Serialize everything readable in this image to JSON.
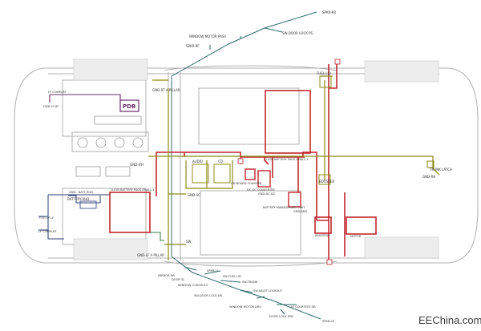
{
  "labels": {
    "spkr_rr": "SPKR-RR",
    "window_motor_pass": "WINDOW MOTOR PASS",
    "sw_door_lock_ps": "SW-DOOR LOCK PS",
    "spkr_rf": "SPKR-RF",
    "gnd_rt_a_pillar": "GND-RT A PILLAR",
    "fuel_lid": "FUEL LID",
    "lf_comm_rf": "LF COMM-RF",
    "fwd_lf_rf": "FWD LF-RF",
    "pdb": "PDB",
    "liion_small_2": "LI-ION BATTERY PACK SMALL-2",
    "gnd_ifh": "GND-IFH",
    "audio": "AUDIO",
    "cd": "CD",
    "on_board_charger": "ON BOARD CHARGER",
    "dcdc": "DC DC CONVERTER",
    "gnd_dc_dc": "GND-DC-DC",
    "booster": "BOOSTER",
    "trunk_latch": "TRUNK LATCH",
    "gnd_rh": "GND-RH",
    "gnd_batt_rhd": "GND - BATT RHD",
    "battery_rhd": "BATTERY-RHD",
    "liion_small_1": "LI-ION BATTERY PACK SMALL-1",
    "gnd_sc": "GND-SC",
    "bms": "BATTERY MANAGEMENT UNIT",
    "gnd_bms": "GND-BMS",
    "fog_lp_lf": "FOG LP-LF",
    "lf_comm_rf2": "LF COMM-RF",
    "inverter": "INVERTER",
    "motor": "MOTOR",
    "sw": "SW",
    "gnd_lf_a_pillar": "GND-LF A PILLAR",
    "spkr_lf": "SPKR-LF",
    "mirror_dr": "MIRROR DR",
    "sw_fuel_lid": "SW-FUEL LID",
    "door_sl": "DOOR SL",
    "sw_trunk": "SW-TRUNK",
    "window_controls": "WINDOW CONTROLS",
    "sw_valet_lockout": "SW-VALET LOCKOUT",
    "sw_door_lock_dr": "SW-DOOR LOCK DR",
    "window_motor_drv": "WINDOW MOTOR DRV",
    "lf_courtesy_dr": "LF COURTESY DR",
    "door_lock_drv": "DOOR LOCK DRV",
    "spkr_lr": "SPKR-LR"
  },
  "watermark": "EEChina.com",
  "colors": {
    "high_voltage": "#c1272d",
    "ground": "#8b8b1a",
    "signal": "#2f6b6b",
    "comm": "#6b2a6b",
    "chassis": "#b0b0b0"
  }
}
